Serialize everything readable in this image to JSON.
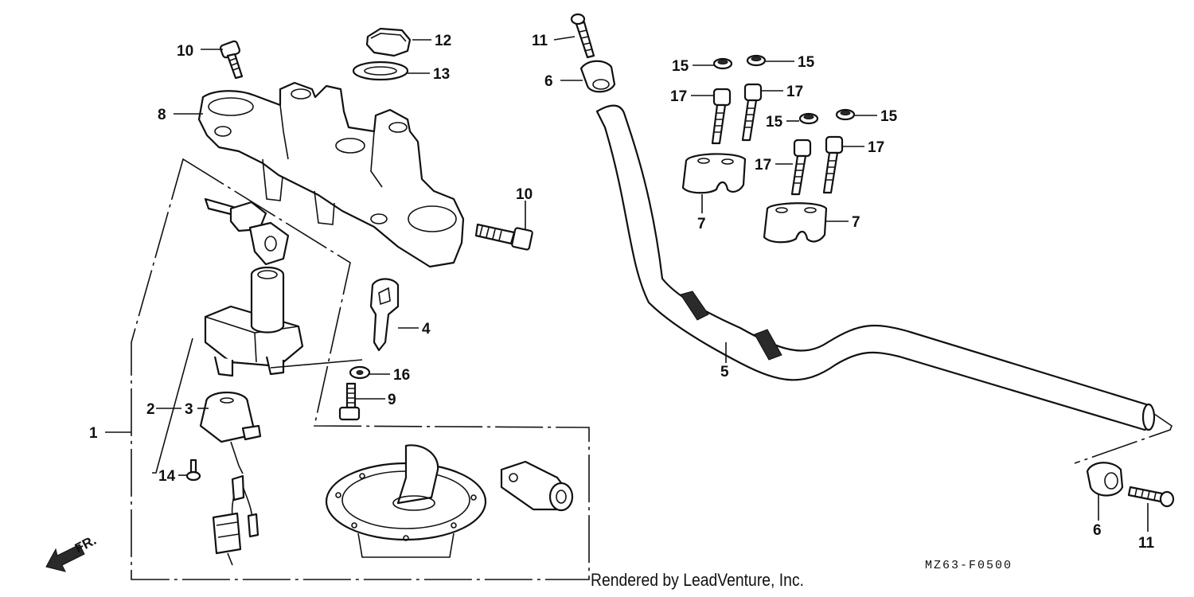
{
  "diagram": {
    "code": "MZ63-F0500",
    "credit": "Rendered by LeadVenture, Inc.",
    "direction_label": "FR.",
    "callouts": [
      {
        "id": "c1",
        "label": "1"
      },
      {
        "id": "c2",
        "label": "2"
      },
      {
        "id": "c3",
        "label": "3"
      },
      {
        "id": "c4",
        "label": "4"
      },
      {
        "id": "c5",
        "label": "5"
      },
      {
        "id": "c6a",
        "label": "6"
      },
      {
        "id": "c6b",
        "label": "6"
      },
      {
        "id": "c7a",
        "label": "7"
      },
      {
        "id": "c7b",
        "label": "7"
      },
      {
        "id": "c8",
        "label": "8"
      },
      {
        "id": "c9",
        "label": "9"
      },
      {
        "id": "c10a",
        "label": "10"
      },
      {
        "id": "c10b",
        "label": "10"
      },
      {
        "id": "c11a",
        "label": "11"
      },
      {
        "id": "c11b",
        "label": "11"
      },
      {
        "id": "c12",
        "label": "12"
      },
      {
        "id": "c13",
        "label": "13"
      },
      {
        "id": "c14",
        "label": "14"
      },
      {
        "id": "c15a",
        "label": "15"
      },
      {
        "id": "c15b",
        "label": "15"
      },
      {
        "id": "c15c",
        "label": "15"
      },
      {
        "id": "c15d",
        "label": "15"
      },
      {
        "id": "c16",
        "label": "16"
      },
      {
        "id": "c17a",
        "label": "17"
      },
      {
        "id": "c17b",
        "label": "17"
      },
      {
        "id": "c17c",
        "label": "17"
      },
      {
        "id": "c17d",
        "label": "17"
      }
    ]
  }
}
